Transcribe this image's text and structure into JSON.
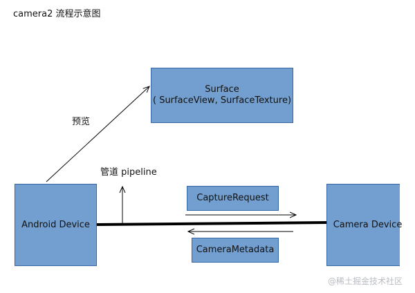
{
  "title": "camera2 流程示意图",
  "nodes": {
    "surface": {
      "line1": "Surface",
      "line2": "( SurfaceView, SurfaceTexture)"
    },
    "android_device": {
      "label": "Android Device"
    },
    "camera_device": {
      "label": "Camera Device"
    },
    "capture_request": {
      "label": "CaptureRequest"
    },
    "camera_metadata": {
      "label": "CameraMetadata"
    }
  },
  "edges": {
    "preview_label": "预览",
    "pipeline_label": "管道 pipeline"
  },
  "watermark": "@稀土掘金技术社区",
  "colors": {
    "box_fill": "#729fcf",
    "box_border": "#3465a4",
    "line": "#000000"
  }
}
